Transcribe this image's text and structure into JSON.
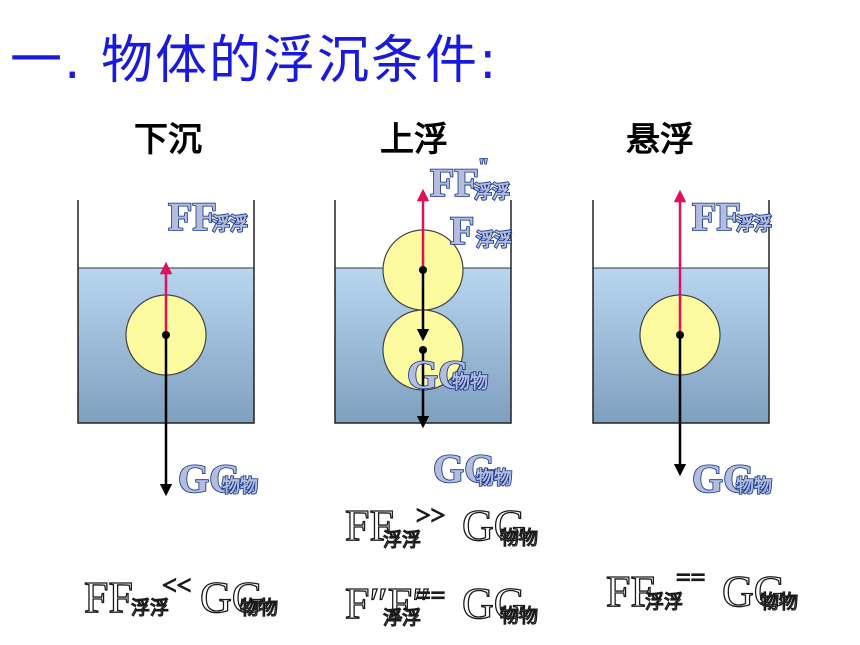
{
  "title": "一. 物体的浮沉条件:",
  "colors": {
    "title": "#1a1adc",
    "buoyant_arrow": "#e0105a",
    "gravity_arrow": "#000000",
    "water_top": "#b8d6f0",
    "water_bottom": "#7f9fbf",
    "ball_fill": "#fdfba0",
    "force_label_fill": "#b4bedc",
    "force_label_stroke": "#0f2f8a",
    "condition_fill": "#ffffff",
    "condition_stroke": "#1a1a1a"
  },
  "cases": [
    {
      "label": "下沉",
      "buoyant_label": "FF",
      "buoyant_sub": "浮浮",
      "gravity_label": "GG",
      "gravity_sub": "物物",
      "condition": {
        "lhs": "FF",
        "lhs_sub": "浮浮",
        "op": "<<",
        "rhs": "GG",
        "rhs_sub": "物物"
      }
    },
    {
      "label": "上浮",
      "buoyant_label": "FF",
      "buoyant_mark": "\"",
      "buoyant_sub": "浮浮",
      "buoyant_label_lower": "F",
      "buoyant_sub_lower": "浮浮",
      "gravity_label": "GG",
      "gravity_sub": "物物",
      "gravity_label_lower": "GG",
      "gravity_sub_lower": "物物",
      "condition": {
        "lhs": "FF",
        "lhs_sub": "浮浮",
        "op": ">>",
        "rhs": "GG",
        "rhs_sub": "物物"
      },
      "condition2": {
        "lhs": "F″F″",
        "lhs_sub": "浮浮",
        "op": "==",
        "rhs": "GG",
        "rhs_sub": "物物"
      }
    },
    {
      "label": "悬浮",
      "buoyant_label": "FF",
      "buoyant_sub": "浮浮",
      "gravity_label": "GG",
      "gravity_sub": "物物",
      "condition": {
        "lhs": "FF",
        "lhs_sub": "浮浮",
        "op": "==",
        "rhs": "GG",
        "rhs_sub": "物物"
      }
    }
  ]
}
